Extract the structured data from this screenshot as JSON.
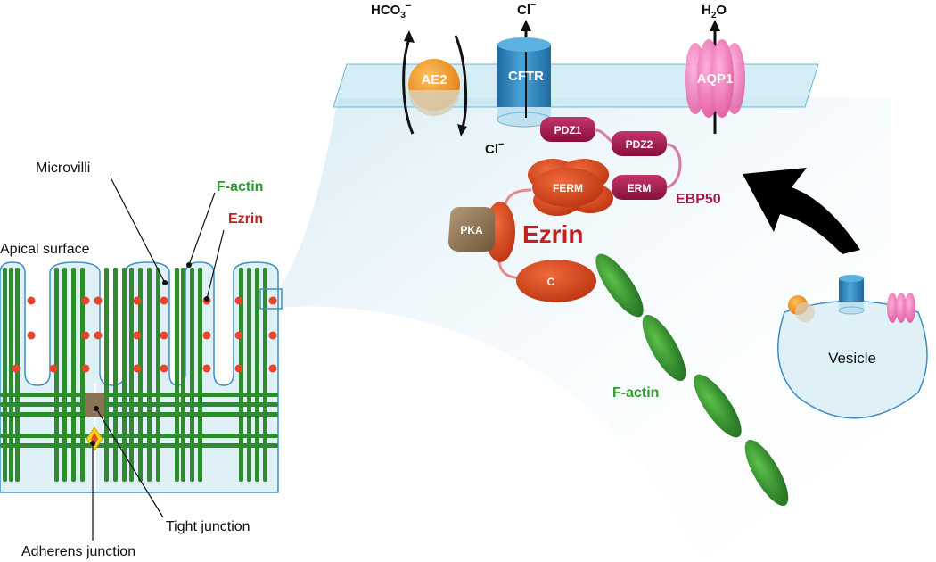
{
  "labels": {
    "microvilli": "Microvilli",
    "factin_left": "F-actin",
    "ezrin_left": "Ezrin",
    "apical_surface": "Apical surface",
    "tight_junction": "Tight junction",
    "adherens_junction": "Adherens junction",
    "hco3": "HCO",
    "hco3_sub": "3",
    "hco3_sup": "−",
    "cl_top": "Cl",
    "cl_top_sup": "−",
    "h2o_h": "H",
    "h2o_sub": "2",
    "h2o_o": "O",
    "cl_bottom": "Cl",
    "cl_bottom_sup": "−",
    "ae2": "AE2",
    "cftr": "CFTR",
    "aqp1": "AQP1",
    "pdz1": "PDZ1",
    "pdz2": "PDZ2",
    "ferm": "FERM",
    "erm": "ERM",
    "ebp50": "EBP50",
    "pka": "PKA",
    "ezrin_main": "Ezrin",
    "c_domain": "C",
    "factin_right": "F-actin",
    "vesicle": "Vesicle"
  },
  "colors": {
    "factin": "#2e8b2e",
    "ezrin_dot": "#e8452a",
    "ezrin": "#c93e1a",
    "ebp50": "#a3174f",
    "ae2": "#f09a2a",
    "cftr": "#2b7fb8",
    "aqp1": "#ee6fb3",
    "pka": "#8b7355",
    "cell_fill": "#dff0f7",
    "membrane": "#bfe3f0",
    "ezrin_text": "#c0231f",
    "factin_text": "#2e9a2e",
    "ebp50_text": "#a3174f"
  }
}
